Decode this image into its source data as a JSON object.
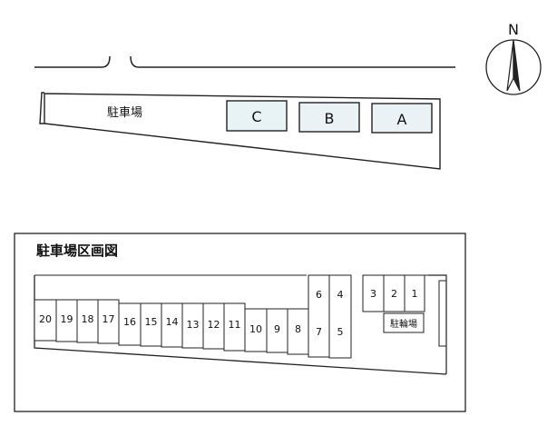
{
  "top_plan": {
    "lot_label": "駐車場",
    "buildings": [
      {
        "label": "C",
        "fill": "#e8f3f5"
      },
      {
        "label": "B",
        "fill": "#eaf2f6"
      },
      {
        "label": "A",
        "fill": "#eaf2f6"
      }
    ]
  },
  "compass": {
    "north_label": "N"
  },
  "parking_plan": {
    "title": "駐車場区画図",
    "bicycle_label": "駐輪場",
    "space_labels": [
      "20",
      "19",
      "18",
      "17",
      "16",
      "15",
      "14",
      "13",
      "12",
      "11",
      "10",
      "9",
      "8",
      "7",
      "6",
      "5",
      "4",
      "3",
      "2",
      "1"
    ]
  },
  "colors": {
    "line": "#222222",
    "building_fill": "#e8f3f5"
  }
}
